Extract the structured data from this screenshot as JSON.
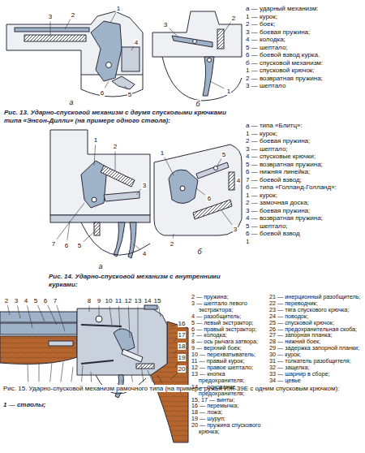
{
  "diagram": {
    "labels": [
      "1",
      "2",
      "3",
      "4",
      "5",
      "6",
      "1",
      "2",
      "3",
      "а",
      "б",
      "Рис. 13. Ударно-спусковой механизм с двумя спусковыми крючками типа «Энсон-Дилли» (на примере одного ствола):",
      "а — ударный механизм:",
      "1 — курок;",
      "2 — боек;",
      "3 — боевая пружина;",
      "4 — колодка;",
      "5 — шептало;",
      "6 — боевой взвод курка.",
      "б — спусковой механизм:",
      "1 — спусковой крючок;",
      "2 — возвратная пружина;",
      "3 — шептало",
      "1",
      "2",
      "3",
      "4",
      "5",
      "6",
      "7",
      "1",
      "2",
      "3",
      "4",
      "5",
      "6",
      "а",
      "б",
      "Рис. 14. Ударно-спусковой механизм с внутренними курками:",
      "а — типа «Блитц»:",
      "1 — курок;",
      "2 — боевая пружина;",
      "3 — шептало;",
      "4 — спусковые крючки;",
      "5 — возвратная пружина;",
      "6 — нижняя линейка;",
      "7 — боевой взвод;",
      "б — типа «Голланд-Голланд»:",
      "1 — курок;",
      "2 — замочная доска;",
      "3 — боевая пружина;",
      "4 — возвратная пружина;",
      "5 — шептало;",
      "6 — боевой взвод",
      "1",
      "2",
      "3",
      "4",
      "5",
      "6",
      "7",
      "8",
      "9",
      "10",
      "11",
      "12",
      "13",
      "14",
      "15",
      "16",
      "17",
      "18",
      "19",
      "20",
      "21",
      "22",
      "23",
      "24",
      "25",
      "26",
      "27",
      "28",
      "29",
      "30",
      "31",
      "32",
      "33",
      "34",
      "Рис. 15. Ударно-спусковой механизм рамочного типа (на примере ружья ИЖ-39Е с одним спусковым крючком):",
      "1 — стволы;",
      "2 — пружина;",
      "3 — шептало левого экстрактора;",
      "4 — разобщитель;",
      "5 — левый экстрактор;",
      "6 — правый экстрактор;",
      "7 — колодка;",
      "8 — ось рычага затвора;",
      "9 — верхний боек;",
      "10 — перехватыватель;",
      "11 — правый курок;",
      "12 — правое шептало;",
      "13 — кнопка предохранителя;",
      "14 — основание предохранителя;",
      "15, 17 — винты;",
      "16 — перемычка;",
      "18 — ложа;",
      "19 — шуруп;",
      "20 — пружина спускового крючка;",
      "21 — инерционный разобщитель;",
      "22 — переводчик;",
      "23 — тяга спускового крючка;",
      "24 — поводок;",
      "25 — спусковой крючок;",
      "26 — предохранительная скоба;",
      "27 — запорная планка;",
      "28 — нижний боек;",
      "29 — задержка запорной планки;",
      "30 — курок;",
      "31 — толкатель разобщителя;",
      "32 — защелка;",
      "33 — шарнир в сборе;",
      "34 — цевье"
    ]
  }
}
